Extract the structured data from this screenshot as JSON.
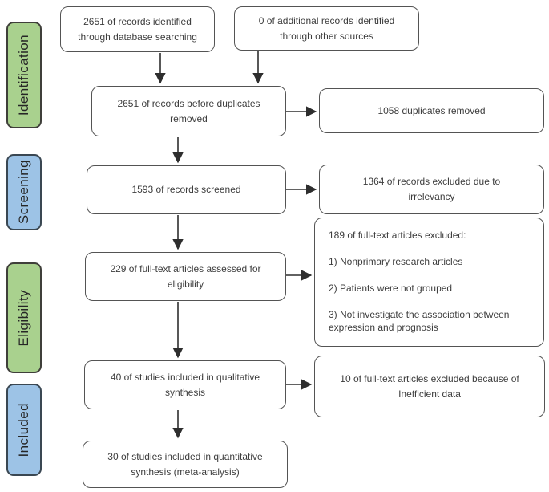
{
  "stages": {
    "identification": {
      "label": "Identification",
      "fill": "#a9d18e",
      "border": "#3f3f3a"
    },
    "screening": {
      "label": "Screening",
      "fill": "#9dc3e6",
      "border": "#3a4752"
    },
    "eligibility": {
      "label": "Eligibility",
      "fill": "#a9d18e",
      "border": "#3f3f3a"
    },
    "included": {
      "label": "Included",
      "fill": "#9dc3e6",
      "border": "#3a4752"
    }
  },
  "nodes": {
    "db_search": {
      "lines": [
        "2651 of records identified",
        "through database searching"
      ]
    },
    "other_sources": {
      "lines": [
        "0 of additional records identified",
        "through other sources"
      ]
    },
    "before_duplicates": {
      "lines": [
        "2651 of records before duplicates",
        "removed"
      ]
    },
    "duplicates_removed": {
      "lines": [
        "1058 duplicates removed"
      ]
    },
    "screened": {
      "lines": [
        "1593 of records screened"
      ]
    },
    "excluded_irrelevant": {
      "lines": [
        "1364 of records excluded due to",
        "irrelevancy"
      ]
    },
    "fulltext_assessed": {
      "lines": [
        "229 of full-text articles assessed for",
        "eligibility"
      ]
    },
    "fulltext_excluded": {
      "heading": "189 of full-text articles excluded:",
      "items": [
        "1) Nonprimary research articles",
        "2) Patients were not grouped",
        "3) Not investigate the association between expression and prognosis"
      ]
    },
    "qualitative": {
      "lines": [
        "40 of studies included in qualitative",
        "synthesis"
      ]
    },
    "excluded_inefficient": {
      "lines": [
        "10 of full-text articles excluded because of",
        "Inefficient data"
      ]
    },
    "quantitative": {
      "lines": [
        "30 of studies included in quantitative",
        "synthesis (meta-analysis)"
      ]
    }
  }
}
